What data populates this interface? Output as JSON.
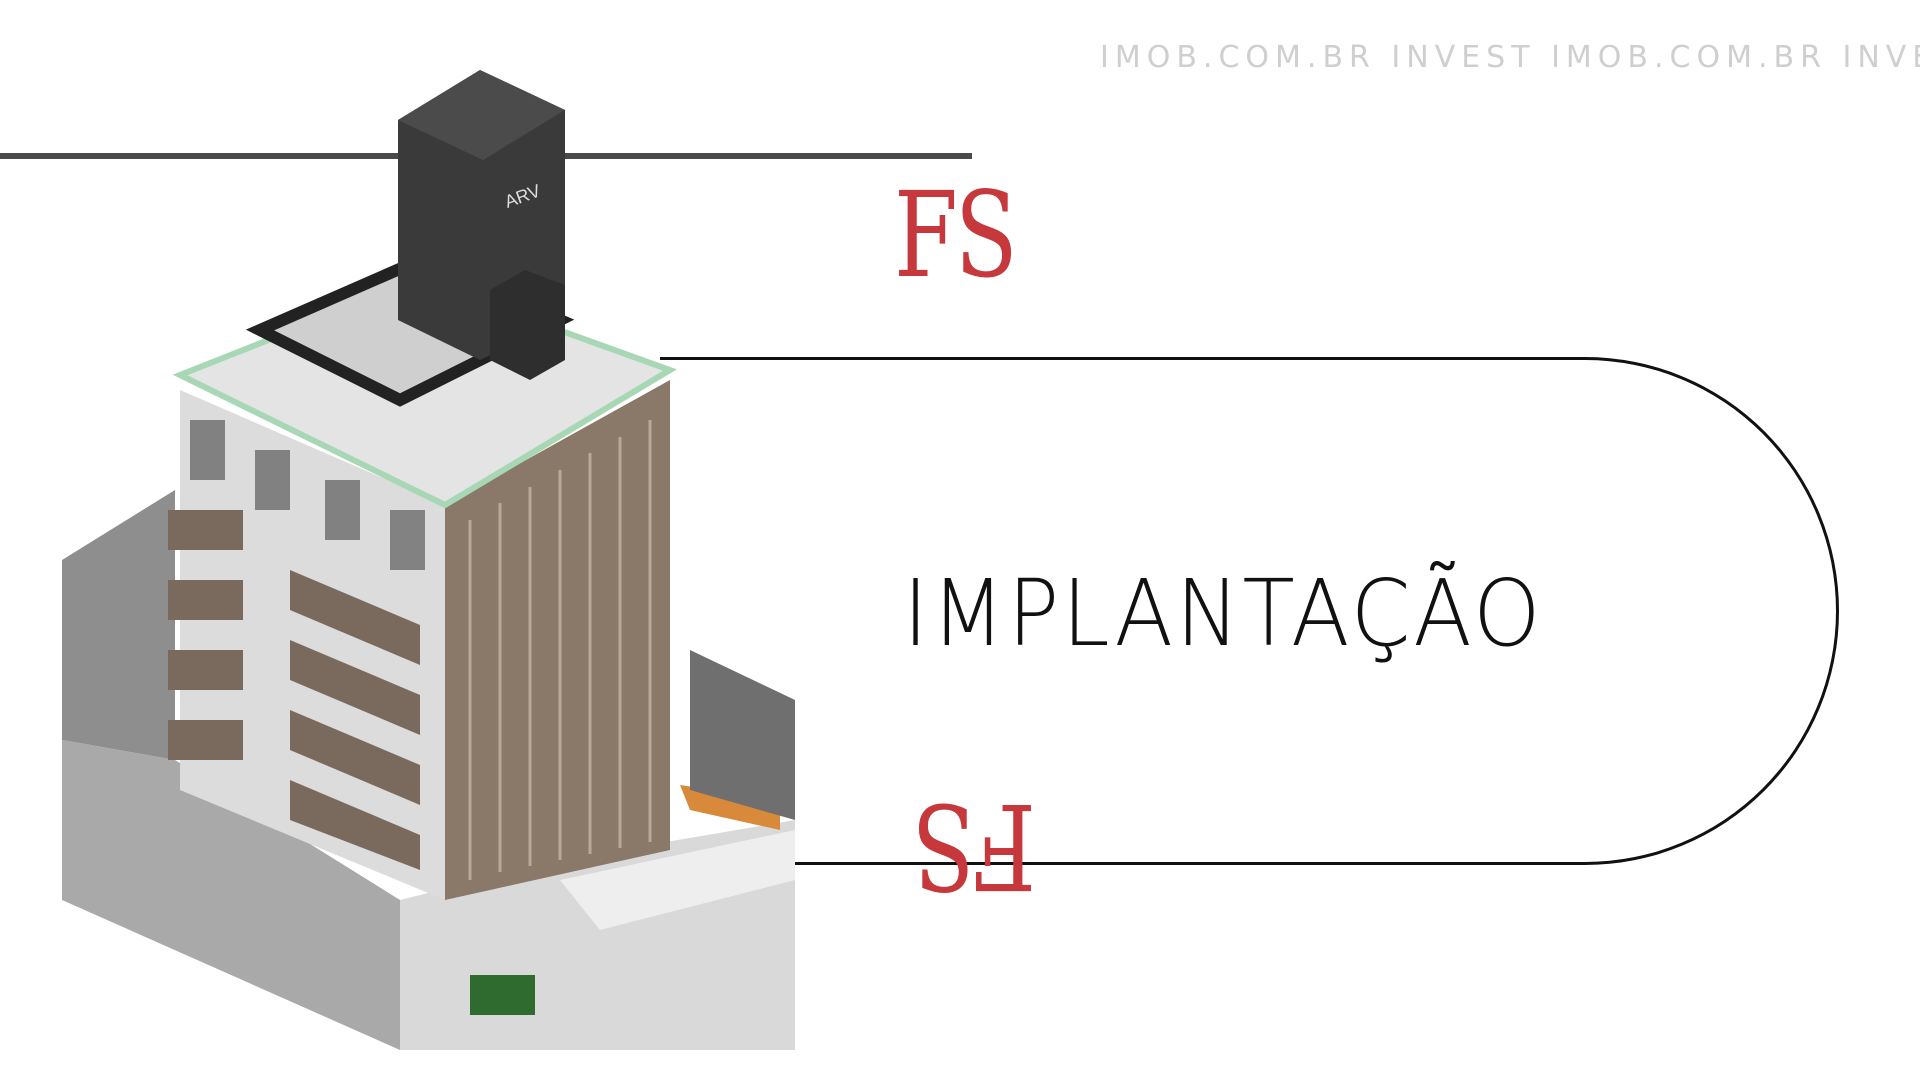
{
  "slide": {
    "title": "IMPLANTAÇÃO",
    "logo_top": "FS",
    "logo_bottom": "FS",
    "building_label": "ARV",
    "watermark": "IMOB.COM.BR INVEST IMOB.COM.BR INVEST"
  },
  "colors": {
    "accent": "#c6383c",
    "line": "#4a4a4a",
    "facade": "#8a7868"
  }
}
